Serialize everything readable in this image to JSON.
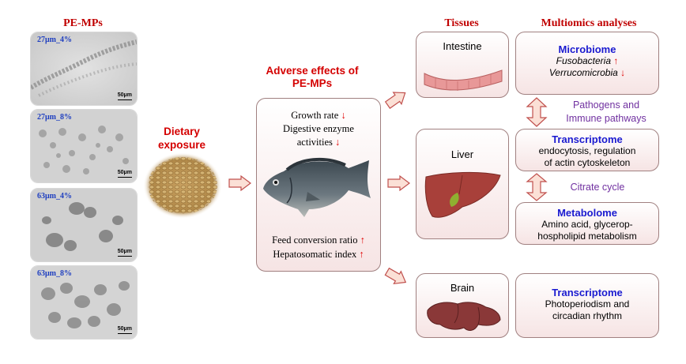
{
  "headers": {
    "pe_mps": "PE-MPs",
    "tissues": "Tissues",
    "multiomics": "Multiomics analyses"
  },
  "micrographs": [
    {
      "label": "27μm_4%",
      "scale": "50μm"
    },
    {
      "label": "27μm_8%",
      "scale": "50μm"
    },
    {
      "label": "63μm_4%",
      "scale": "50μm"
    },
    {
      "label": "63μm_8%",
      "scale": "50μm"
    }
  ],
  "dietary": {
    "line1": "Dietary",
    "line2": "exposure"
  },
  "adverse": {
    "title_line1": "Adverse effects of",
    "title_line2": "PE-MPs",
    "growth_rate": "Growth rate",
    "digestive_line1": "Digestive enzyme",
    "digestive_line2": "activities",
    "feed_conversion": "Feed conversion ratio",
    "hepatosomatic": "Hepatosomatic index",
    "down_arrow": "↓",
    "up_arrow": "↑"
  },
  "tissues": {
    "intestine": "Intestine",
    "liver": "Liver",
    "brain": "Brain"
  },
  "omics": {
    "microbiome_title": "Microbiome",
    "fusobacteria": "Fusobacteria",
    "verrucomicrobia": "Verrucomicrobia",
    "liver_transcriptome_title": "Transcriptome",
    "liver_transcriptome_line1": "endocytosis, regulation",
    "liver_transcriptome_line2": "of actin cytoskeleton",
    "metabolome_title": "Metabolome",
    "metabolome_line1": "Amino acid, glycerop-",
    "metabolome_line2": "hospholipid metabolism",
    "brain_transcriptome_title": "Transcriptome",
    "brain_transcriptome_line1": "Photoperiodism and",
    "brain_transcriptome_line2": "circadian rhythm"
  },
  "links": {
    "pathogens_line1": "Pathogens and",
    "pathogens_line2": "Immune pathways",
    "citrate": "Citrate cycle"
  },
  "colors": {
    "header_red": "#c00000",
    "title_red": "#d40000",
    "omics_blue": "#1a1ad0",
    "link_purple": "#7030a0",
    "box_fill_bottom": "#f6e4e4",
    "arrow_fill": "#fbe0d6",
    "arrow_stroke": "#c0504d"
  }
}
